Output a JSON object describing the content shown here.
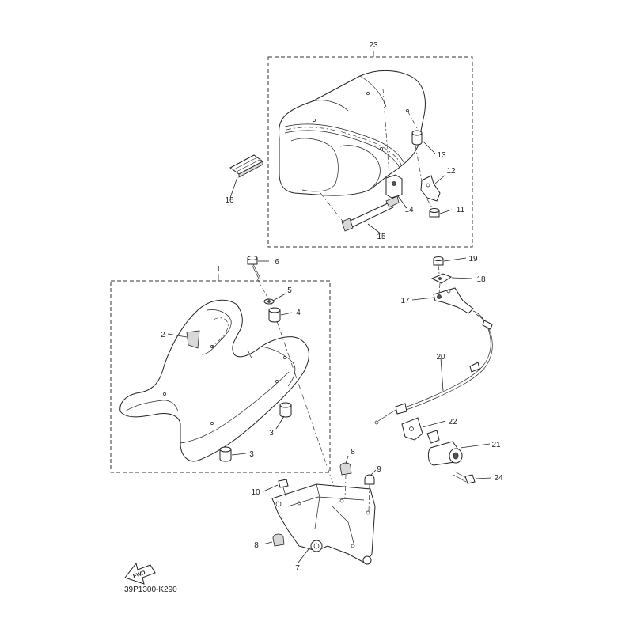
{
  "diagram_code": "39P1300-K290",
  "fwd_label": "FWD",
  "callouts": [
    {
      "id": "c1",
      "label": "1"
    },
    {
      "id": "c2",
      "label": "2"
    },
    {
      "id": "c3a",
      "label": "3"
    },
    {
      "id": "c3b",
      "label": "3"
    },
    {
      "id": "c4",
      "label": "4"
    },
    {
      "id": "c5",
      "label": "5"
    },
    {
      "id": "c6",
      "label": "6"
    },
    {
      "id": "c7",
      "label": "7"
    },
    {
      "id": "c8a",
      "label": "8"
    },
    {
      "id": "c8b",
      "label": "8"
    },
    {
      "id": "c9",
      "label": "9"
    },
    {
      "id": "c10",
      "label": "10"
    },
    {
      "id": "c11",
      "label": "11"
    },
    {
      "id": "c12",
      "label": "12"
    },
    {
      "id": "c13",
      "label": "13"
    },
    {
      "id": "c14",
      "label": "14"
    },
    {
      "id": "c15",
      "label": "15"
    },
    {
      "id": "c16",
      "label": "16"
    },
    {
      "id": "c17",
      "label": "17"
    },
    {
      "id": "c18",
      "label": "18"
    },
    {
      "id": "c19",
      "label": "19"
    },
    {
      "id": "c20",
      "label": "20"
    },
    {
      "id": "c21",
      "label": "21"
    },
    {
      "id": "c22",
      "label": "22"
    },
    {
      "id": "c23",
      "label": "23"
    },
    {
      "id": "c24",
      "label": "24"
    }
  ]
}
